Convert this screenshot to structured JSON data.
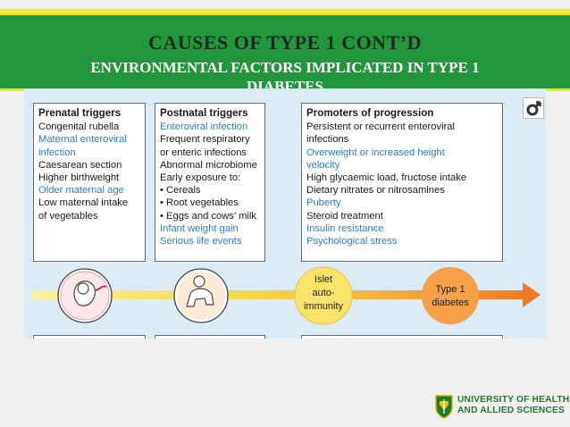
{
  "header": {
    "title": "CAUSES OF TYPE 1 CONT’D",
    "subtitle_line1": "ENVIRONMENTAL FACTORS IMPLICATED IN TYPE 1",
    "subtitle_line2": "DIABETES"
  },
  "prenatal": {
    "heading": "Prenatal triggers",
    "items": [
      {
        "text": "Congenital rubella",
        "highlight": false
      },
      {
        "text": "Maternal enteroviral",
        "highlight": true
      },
      {
        "text": "infection",
        "highlight": true
      },
      {
        "text": "Caesarean section",
        "highlight": false
      },
      {
        "text": "Higher birthweight",
        "highlight": false
      },
      {
        "text": "Older maternal age",
        "highlight": true
      },
      {
        "text": "Low maternal intake",
        "highlight": false
      },
      {
        "text": "of vegetables",
        "highlight": false
      }
    ]
  },
  "postnatal": {
    "heading": "Postnatal triggers",
    "items": [
      {
        "text": "Enteroviral infection",
        "highlight": true
      },
      {
        "text": "Frequent respiratory",
        "highlight": false
      },
      {
        "text": "or enteric infections",
        "highlight": false
      },
      {
        "text": "Abnormal microbiome",
        "highlight": false
      },
      {
        "text": "Early exposure to:",
        "highlight": false
      },
      {
        "text": "• Cereals",
        "highlight": false
      },
      {
        "text": "• Root vegetables",
        "highlight": false
      },
      {
        "text": "• Eggs and cows’ milk",
        "highlight": false
      },
      {
        "text": "Infant weight gain",
        "highlight": true
      },
      {
        "text": "Serious life events",
        "highlight": true
      }
    ]
  },
  "progression": {
    "heading": "Promoters of progression",
    "items": [
      {
        "text": "Persistent or recurrent enteroviral",
        "highlight": false
      },
      {
        "text": "infections",
        "highlight": false
      },
      {
        "text": "Overweight or increased height",
        "highlight": true
      },
      {
        "text": "velocity",
        "highlight": true
      },
      {
        "text": "High glycaemic load, fructose intake",
        "highlight": false
      },
      {
        "text": "Dietary nitrates or nitrosamines",
        "highlight": false
      },
      {
        "text": "Puberty",
        "highlight": true
      },
      {
        "text": "Steroid treatment",
        "highlight": false
      },
      {
        "text": "Insulin resistance",
        "highlight": true
      },
      {
        "text": "Psychological stress",
        "highlight": true
      }
    ]
  },
  "timeline": {
    "stage_islet_line1": "Islet",
    "stage_islet_line2": "auto-",
    "stage_islet_line3": "immunity",
    "stage_t1d_line1": "Type 1",
    "stage_t1d_line2": "diabetes"
  },
  "logo": {
    "line1": "UNIVERSITY OF HEALTH",
    "line2": "AND ALLIED SCIENCES"
  },
  "colors": {
    "header_green": "#22963a",
    "accent_yellow": "#f2e600",
    "highlight_blue": "#2a7bd6",
    "arrow_orange": "#f08a2a"
  }
}
